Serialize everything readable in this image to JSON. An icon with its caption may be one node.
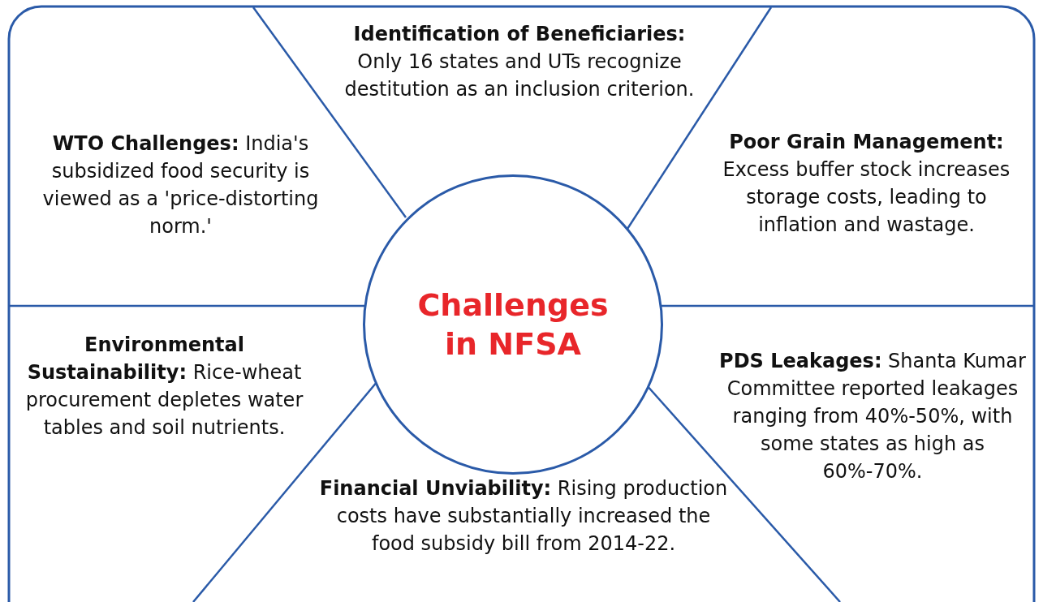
{
  "diagram": {
    "nodes": [
      {
        "text": [
          "**Identification of Beneficiaries:** Only 16 states and UTs recognize destitution as an inclusion criterion."
        ]
      },
      {
        "text": [
          "**WTO Challenges:** India's subsidized food security is viewed as a 'price-distorting norm.'"
        ]
      },
      {
        "text": [
          "**Poor Grain Management:** Excess buffer stock increases storage costs, leading to inflation and wastage."
        ]
      },
      {
        "text": [
          "Challenges in NFSA"
        ]
      },
      {
        "text": [
          "**Environmental Sustainability:** Rice-wheat procurement depletes water tables and soil nutrients."
        ]
      },
      {
        "text": [
          "**PDS Leakages:** Shanta Kumar Committee reported leakages ranging from 40%-50%, with some states as high as 60%-70%."
        ]
      },
      {
        "text": [
          "**Financial Unviability:** Rising production costs have substantially increased the food subsidy bill from 2014-22."
        ]
      }
    ],
    "edges": []
  }
}
